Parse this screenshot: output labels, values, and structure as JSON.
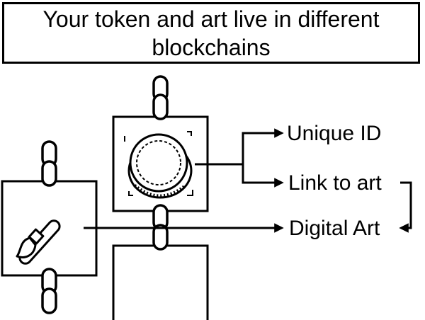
{
  "title": "Your token and art live in different blockchains",
  "labels": {
    "unique_id": "Unique ID",
    "link_to_art": "Link to art",
    "digital_art": "Digital Art"
  },
  "icons": [
    "chain-link-icon",
    "coin-icon",
    "paintbrush-icon",
    "arrow-right-icon",
    "arrow-left-icon"
  ],
  "colors": {
    "stroke": "#000000",
    "background": "#ffffff"
  }
}
